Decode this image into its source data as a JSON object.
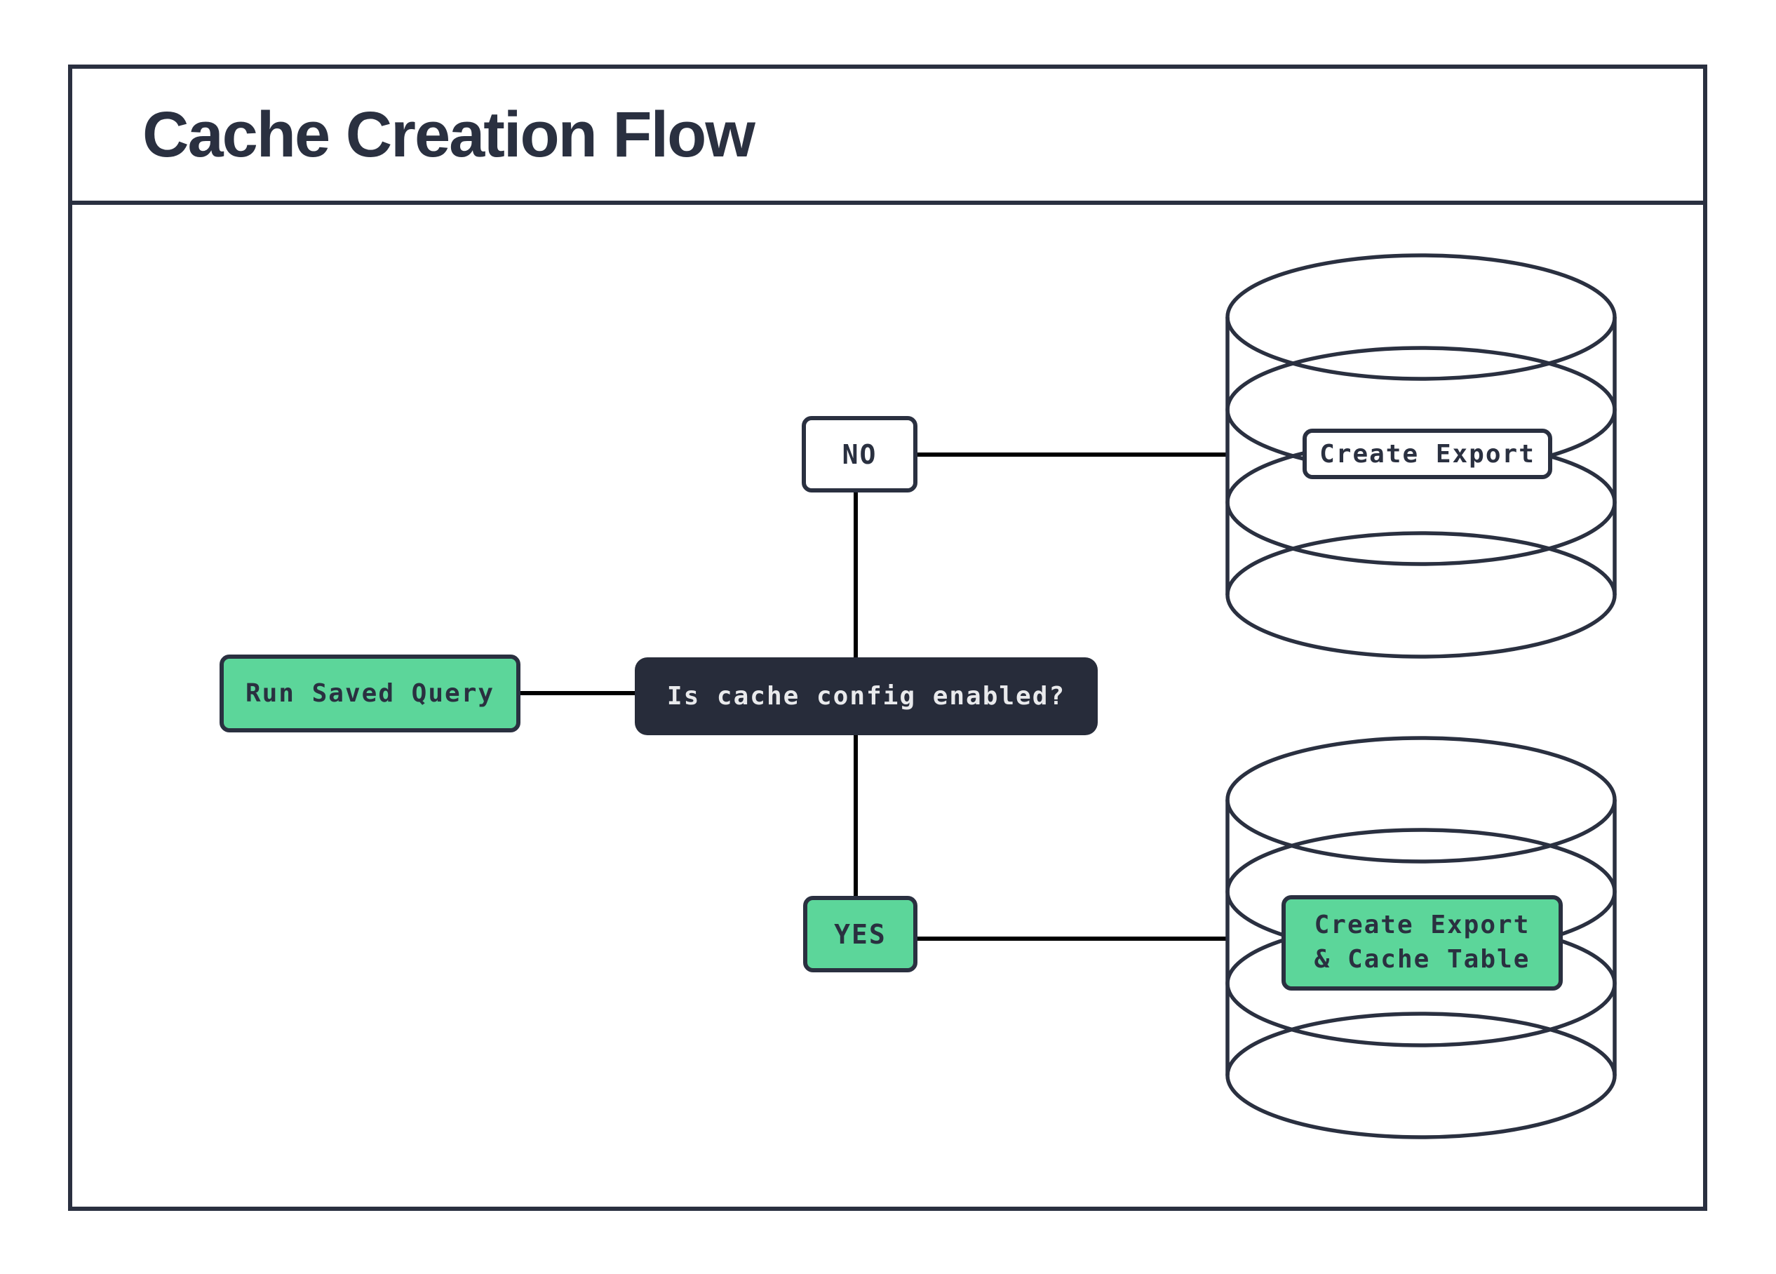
{
  "title": "Cache Creation Flow",
  "colors": {
    "ink": "#2A3040",
    "green": "#5CD69A",
    "dark": "#272C3A",
    "light": "#E9EAEC",
    "line": "#000000",
    "paper": "#FFFFFF"
  },
  "flow": {
    "start": {
      "label": "Run Saved Query"
    },
    "decision": {
      "label": "Is cache config enabled?"
    },
    "branches": {
      "no": {
        "label": "NO",
        "result": {
          "label": "Create Export",
          "icon": "database-cylinder-icon"
        }
      },
      "yes": {
        "label": "YES",
        "result": {
          "label_line1": "Create Export",
          "label_line2": "& Cache Table",
          "icon": "database-cylinder-icon"
        }
      }
    }
  }
}
